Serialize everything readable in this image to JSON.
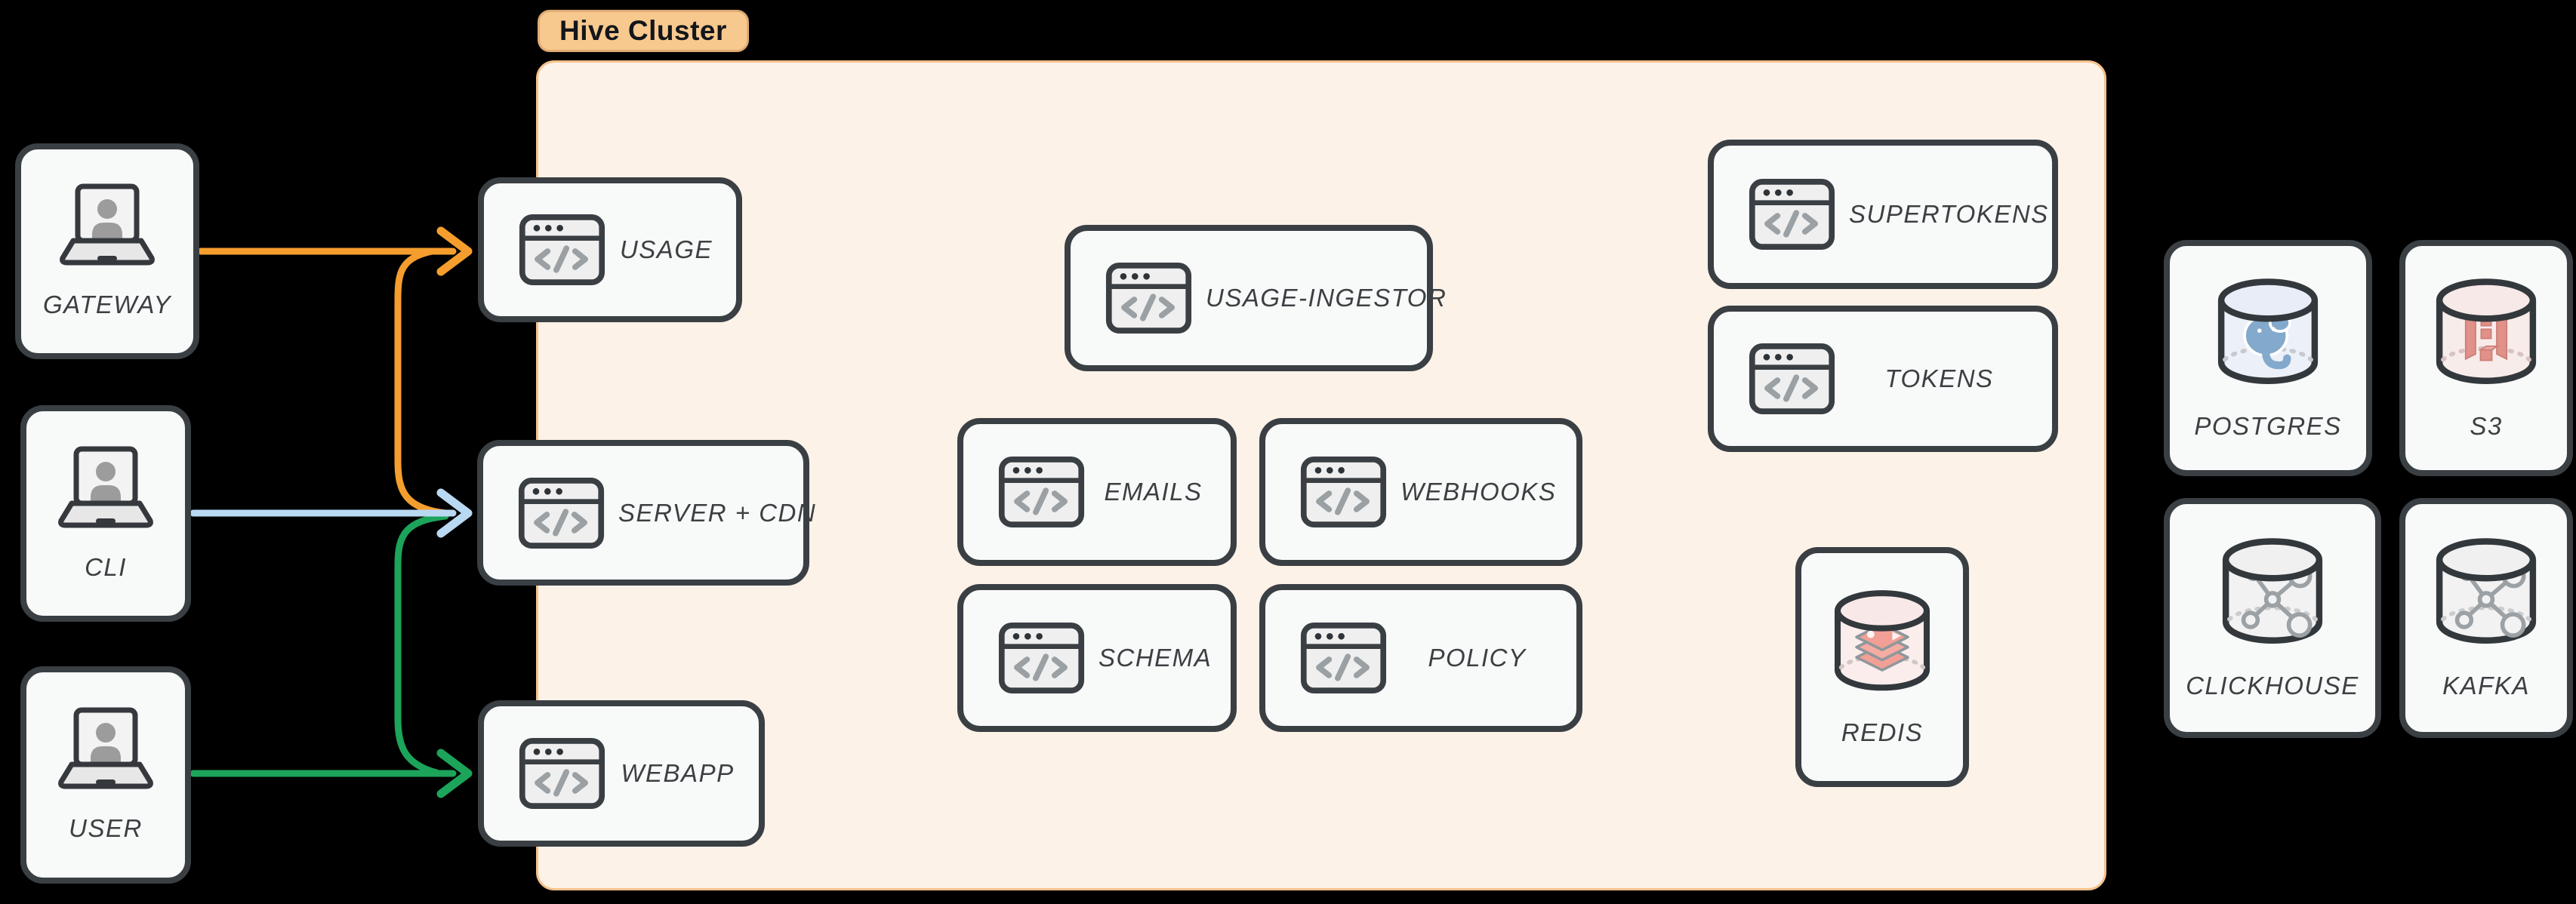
{
  "cluster": {
    "label": "Hive Cluster"
  },
  "nodes": {
    "gateway": {
      "label": "GATEWAY",
      "icon": "laptop-user-icon"
    },
    "cli": {
      "label": "CLI",
      "icon": "laptop-user-icon"
    },
    "user": {
      "label": "USER",
      "icon": "laptop-user-icon"
    },
    "usage": {
      "label": "USAGE",
      "icon": "code-window-icon"
    },
    "server_cdn": {
      "label": "SERVER + CDN",
      "icon": "code-window-icon"
    },
    "webapp": {
      "label": "WEBAPP",
      "icon": "code-window-icon"
    },
    "usage_ingestor": {
      "label": "USAGE-INGESTOR",
      "icon": "code-window-icon"
    },
    "emails": {
      "label": "EMAILS",
      "icon": "code-window-icon"
    },
    "webhooks": {
      "label": "WEBHOOKS",
      "icon": "code-window-icon"
    },
    "schema": {
      "label": "SCHEMA",
      "icon": "code-window-icon"
    },
    "policy": {
      "label": "POLICY",
      "icon": "code-window-icon"
    },
    "supertokens": {
      "label": "SUPERTOKENS",
      "icon": "code-window-icon"
    },
    "tokens": {
      "label": "TOKENS",
      "icon": "code-window-icon"
    },
    "redis": {
      "label": "REDIS",
      "icon": "redis-cylinder-icon"
    },
    "postgres": {
      "label": "POSTGRES",
      "icon": "postgres-cylinder-icon"
    },
    "s3": {
      "label": "S3",
      "icon": "s3-cylinder-icon"
    },
    "clickhouse": {
      "label": "CLICKHOUSE",
      "icon": "cluster-nodes-cylinder-icon"
    },
    "kafka": {
      "label": "KAFKA",
      "icon": "cluster-nodes-cylinder-icon"
    }
  },
  "colors": {
    "background": "#000000",
    "node_fill": "#F8F9F9",
    "node_border": "#3A3F44",
    "label_text": "#3C4043",
    "cluster_fill": "#FCF2E8",
    "cluster_border": "#F5C28C",
    "pill_fill": "#F8C98F",
    "arrow_orange": "#F59E2E",
    "arrow_blue": "#B9D8F2",
    "arrow_green": "#1CA45A"
  },
  "edges": [
    {
      "from": "GATEWAY",
      "to": "USAGE",
      "color": "arrow_orange"
    },
    {
      "from": "GATEWAY",
      "to": "SERVER + CDN",
      "color": "arrow_orange"
    },
    {
      "from": "CLI",
      "to": "SERVER + CDN",
      "color": "arrow_blue"
    },
    {
      "from": "USER",
      "to": "SERVER + CDN",
      "color": "arrow_green"
    },
    {
      "from": "USER",
      "to": "WEBAPP",
      "color": "arrow_green"
    }
  ]
}
